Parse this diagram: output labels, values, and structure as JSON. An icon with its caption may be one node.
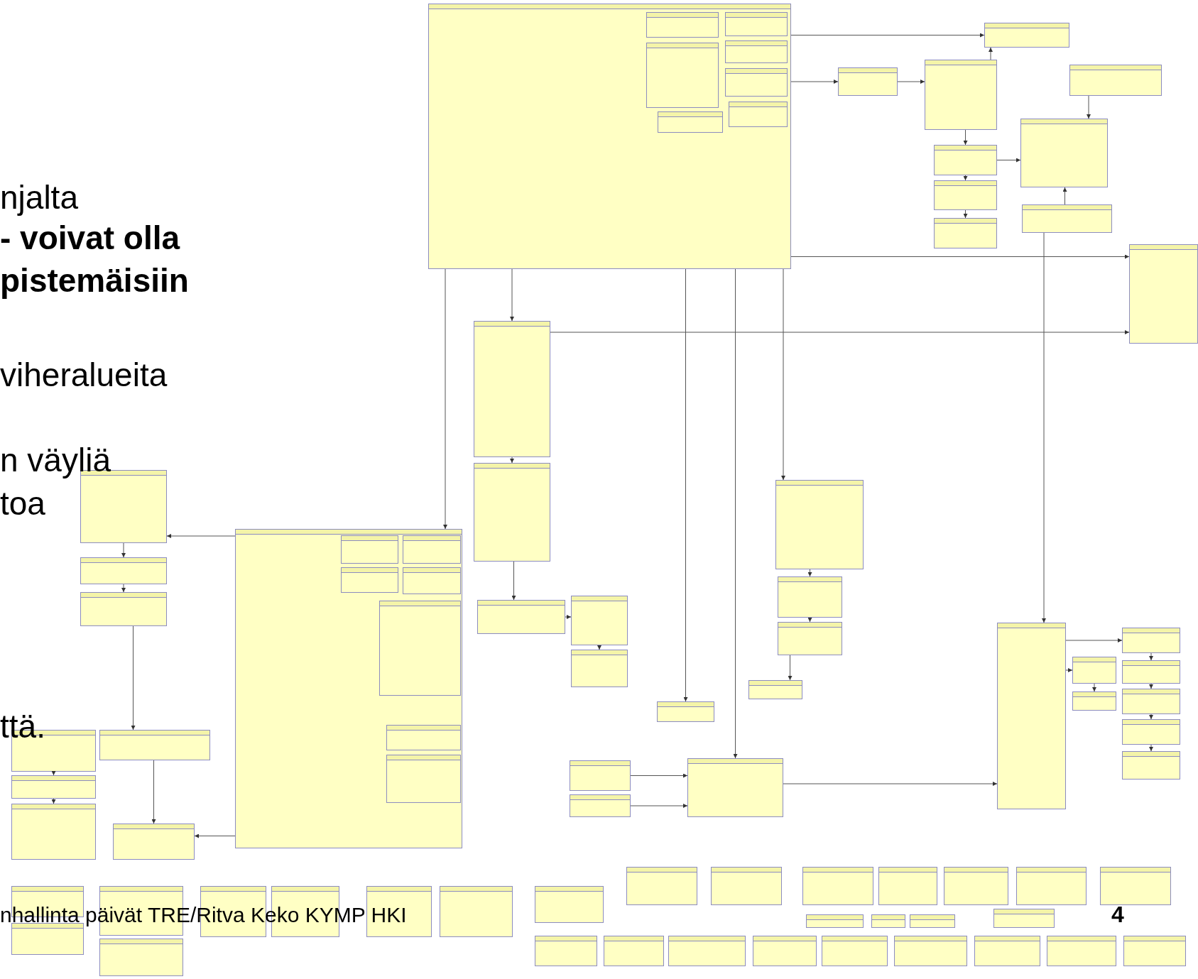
{
  "diagram": {
    "nodes": [
      {
        "text": [],
        "shape": "box"
      },
      {
        "text": [],
        "shape": "box",
        "in": 0
      },
      {
        "text": [],
        "shape": "box",
        "in": 0
      },
      {
        "text": [],
        "shape": "box",
        "in": 0
      },
      {
        "text": [],
        "shape": "box",
        "in": 0
      },
      {
        "text": [],
        "shape": "box",
        "in": 0
      },
      {
        "text": [],
        "shape": "box",
        "in": 0
      },
      {
        "text": [],
        "shape": "box",
        "in": 0
      },
      {
        "text": [],
        "shape": "box"
      },
      {
        "text": [],
        "shape": "box"
      },
      {
        "text": [],
        "shape": "box"
      },
      {
        "text": [],
        "shape": "box"
      },
      {
        "text": [],
        "shape": "box"
      },
      {
        "text": [],
        "shape": "box"
      },
      {
        "text": [],
        "shape": "box"
      },
      {
        "text": [],
        "shape": "box"
      },
      {
        "text": [],
        "shape": "box"
      },
      {
        "text": [],
        "shape": "box"
      },
      {
        "text": [],
        "shape": "box"
      },
      {
        "text": [],
        "shape": "box"
      },
      {
        "text": [],
        "shape": "box"
      },
      {
        "text": [],
        "shape": "box"
      },
      {
        "text": [],
        "shape": "box"
      },
      {
        "text": [],
        "shape": "box"
      },
      {
        "text": [],
        "shape": "box"
      },
      {
        "text": [],
        "shape": "box"
      },
      {
        "text": [],
        "shape": "box"
      },
      {
        "text": [],
        "shape": "box"
      },
      {
        "text": [],
        "shape": "box"
      },
      {
        "text": [],
        "shape": "box"
      },
      {
        "text": [],
        "shape": "box"
      },
      {
        "text": [],
        "shape": "box"
      },
      {
        "text": [],
        "shape": "box",
        "in": 31
      },
      {
        "text": [],
        "shape": "box",
        "in": 31
      },
      {
        "text": [],
        "shape": "box",
        "in": 31
      },
      {
        "text": [],
        "shape": "box",
        "in": 31
      },
      {
        "text": [],
        "shape": "box",
        "in": 31
      },
      {
        "text": [],
        "shape": "box",
        "in": 31
      },
      {
        "text": [],
        "shape": "box",
        "in": 31
      },
      {
        "text": [],
        "shape": "box"
      },
      {
        "text": [],
        "shape": "box"
      },
      {
        "text": [],
        "shape": "box"
      },
      {
        "text": [],
        "shape": "box"
      },
      {
        "text": [],
        "shape": "box"
      },
      {
        "text": [],
        "shape": "box"
      },
      {
        "text": [],
        "shape": "box"
      },
      {
        "text": [],
        "shape": "box"
      },
      {
        "text": [],
        "shape": "box"
      },
      {
        "text": [],
        "shape": "box"
      },
      {
        "text": [],
        "shape": "box"
      },
      {
        "text": [],
        "shape": "box"
      },
      {
        "text": [],
        "shape": "box"
      },
      {
        "text": [],
        "shape": "box"
      },
      {
        "text": [],
        "shape": "box"
      },
      {
        "text": [],
        "shape": "box"
      },
      {
        "text": [],
        "shape": "box"
      },
      {
        "text": [],
        "shape": "box"
      },
      {
        "text": [],
        "shape": "box"
      },
      {
        "text": [],
        "shape": "box"
      },
      {
        "text": [],
        "shape": "box"
      },
      {
        "text": [],
        "shape": "box"
      },
      {
        "text": [],
        "shape": "box"
      },
      {
        "text": [],
        "shape": "box"
      },
      {
        "text": [],
        "shape": "box"
      },
      {
        "text": [],
        "shape": "box"
      },
      {
        "text": [],
        "shape": "box"
      },
      {
        "text": [],
        "shape": "box"
      },
      {
        "text": [],
        "shape": "box"
      },
      {
        "text": [],
        "shape": "box"
      },
      {
        "text": [],
        "shape": "box"
      },
      {
        "text": [],
        "shape": "box"
      },
      {
        "text": [],
        "shape": "box"
      },
      {
        "text": [],
        "shape": "box"
      },
      {
        "text": [],
        "shape": "box"
      },
      {
        "text": [],
        "shape": "box"
      },
      {
        "text": [],
        "shape": "box"
      },
      {
        "text": [],
        "shape": "box"
      },
      {
        "text": [],
        "shape": "box"
      },
      {
        "text": [],
        "shape": "box"
      },
      {
        "text": [],
        "shape": "box"
      },
      {
        "text": [],
        "shape": "box"
      },
      {
        "text": [],
        "shape": "box"
      },
      {
        "text": [],
        "shape": "box"
      },
      {
        "text": [],
        "shape": "box"
      }
    ],
    "edges": [
      {
        "from": 0,
        "to": 18,
        "arrow": "to"
      },
      {
        "from": 0,
        "to": 23,
        "arrow": "to"
      },
      {
        "from": 0,
        "to": 31,
        "arrow": "to"
      },
      {
        "from": 0,
        "to": 30,
        "arrow": "to"
      },
      {
        "from": 0,
        "to": 27,
        "arrow": "to"
      },
      {
        "from": 0,
        "to": 8,
        "arrow": "to"
      },
      {
        "from": 0,
        "to": 9,
        "arrow": "to"
      },
      {
        "from": 8,
        "to": 10,
        "arrow": "to"
      },
      {
        "from": 10,
        "to": 9,
        "arrow": "to"
      },
      {
        "from": 10,
        "to": 13,
        "arrow": "to"
      },
      {
        "from": 13,
        "to": 14,
        "arrow": "to"
      },
      {
        "from": 14,
        "to": 15,
        "arrow": "to"
      },
      {
        "from": 11,
        "to": 12,
        "arrow": "to"
      },
      {
        "from": 16,
        "to": 12,
        "arrow": "to"
      },
      {
        "from": 13,
        "to": 12,
        "arrow": "to"
      },
      {
        "from": 0,
        "to": 17,
        "arrow": "to"
      },
      {
        "from": 18,
        "to": 17,
        "arrow": "to"
      },
      {
        "from": 18,
        "to": 19,
        "arrow": "to"
      },
      {
        "from": 19,
        "to": 20,
        "arrow": "to"
      },
      {
        "from": 20,
        "to": 21,
        "arrow": "to"
      },
      {
        "from": 21,
        "to": 22,
        "arrow": "to"
      },
      {
        "from": 31,
        "to": 39,
        "arrow": "to"
      },
      {
        "from": 39,
        "to": 40,
        "arrow": "to"
      },
      {
        "from": 40,
        "to": 41,
        "arrow": "to"
      },
      {
        "from": 41,
        "to": 43,
        "arrow": "to"
      },
      {
        "from": 42,
        "to": 44,
        "arrow": "to"
      },
      {
        "from": 44,
        "to": 45,
        "arrow": "to"
      },
      {
        "from": 43,
        "to": 46,
        "arrow": "to"
      },
      {
        "from": 31,
        "to": 46,
        "arrow": "to"
      },
      {
        "from": 23,
        "to": 24,
        "arrow": "to"
      },
      {
        "from": 24,
        "to": 25,
        "arrow": "to"
      },
      {
        "from": 25,
        "to": 26,
        "arrow": "to"
      },
      {
        "from": 30,
        "to": 47,
        "arrow": "to"
      },
      {
        "from": 28,
        "to": 30,
        "arrow": "to"
      },
      {
        "from": 29,
        "to": 30,
        "arrow": "to"
      },
      {
        "from": 16,
        "to": 47,
        "arrow": "to"
      },
      {
        "from": 47,
        "to": 49,
        "arrow": "to"
      },
      {
        "from": 49,
        "to": 51,
        "arrow": "to"
      },
      {
        "from": 47,
        "to": 48,
        "arrow": "to"
      },
      {
        "from": 48,
        "to": 50,
        "arrow": "to"
      },
      {
        "from": 50,
        "to": 52,
        "arrow": "to"
      },
      {
        "from": 52,
        "to": 53,
        "arrow": "to"
      },
      {
        "from": 53,
        "to": 54,
        "arrow": "to"
      }
    ],
    "labels": [
      "njalta",
      "- voivat olla",
      "pistemäisiin",
      "viheralueita",
      "n väyliä",
      "toa",
      "ttä.",
      "nhallinta päivät TRE/Ritva Keko KYMP HKI",
      "4"
    ]
  }
}
